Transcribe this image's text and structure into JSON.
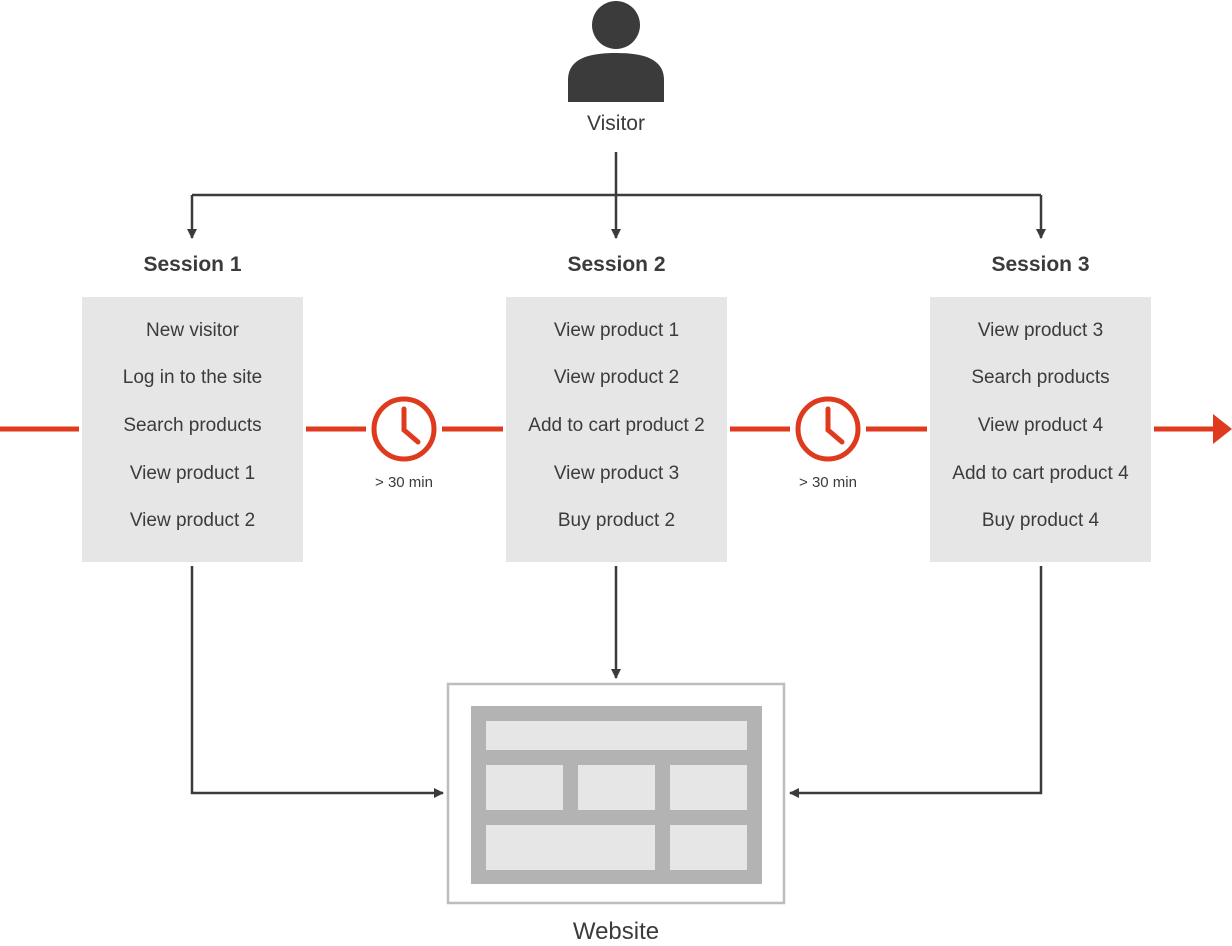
{
  "visitor": {
    "label": "Visitor",
    "icon": "person-icon"
  },
  "sessions": [
    {
      "title": "Session 1",
      "events": [
        "New visitor",
        "Log in to the site",
        "Search products",
        "View product 1",
        "View product 2"
      ]
    },
    {
      "title": "Session 2",
      "events": [
        "View product 1",
        "View product 2",
        "Add to cart product 2",
        "View product 3",
        "Buy product 2"
      ]
    },
    {
      "title": "Session 3",
      "events": [
        "View product 3",
        "Search products",
        "View product 4",
        "Add to cart product 4",
        "Buy product 4"
      ]
    }
  ],
  "gaps": [
    {
      "label": "> 30 min",
      "icon": "clock-icon"
    },
    {
      "label": "> 30 min",
      "icon": "clock-icon"
    }
  ],
  "website": {
    "label": "Website",
    "icon": "webpage-layout-icon"
  },
  "colors": {
    "timeline": "#e03a1e",
    "connector": "#3b3b3b",
    "box_fill": "#e6e6e6",
    "page_frame": "#b3b3b3"
  }
}
